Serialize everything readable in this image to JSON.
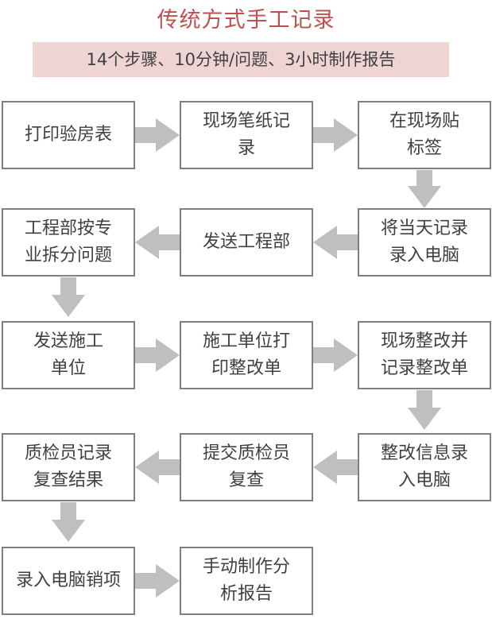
{
  "title": "传统方式手工记录",
  "subtitle": "14个步骤、10分钟/问题、3小时制作报告",
  "colors": {
    "title": "#c0504d",
    "subtitle_bg": "#efd4d4",
    "box_border": "#7f7f7f",
    "arrow": "#bfbfbf",
    "text": "#404040"
  },
  "steps": [
    {
      "label": "打印验房表"
    },
    {
      "label": "现场笔纸记录"
    },
    {
      "label": "在现场贴标签"
    },
    {
      "label": "将当天记录录入电脑"
    },
    {
      "label": "发送工程部"
    },
    {
      "label": "工程部按专业拆分问题"
    },
    {
      "label": "发送施工单位"
    },
    {
      "label": "施工单位打印整改单"
    },
    {
      "label": "现场整改并记录整改单"
    },
    {
      "label": "整改信息录入电脑"
    },
    {
      "label": "提交质检员复查"
    },
    {
      "label": "质检员记录复查结果"
    },
    {
      "label": "录入电脑销项"
    },
    {
      "label": "手动制作分析报告"
    }
  ]
}
